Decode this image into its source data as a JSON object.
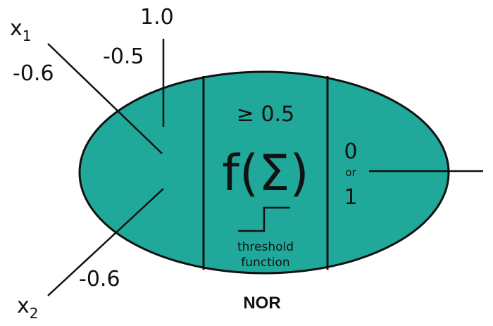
{
  "colors": {
    "body": "#20a99a",
    "stroke": "#111111",
    "background": "#ffffff"
  },
  "inputs": {
    "x1": {
      "base": "x",
      "subscript": "1"
    },
    "x2": {
      "base": "x",
      "subscript": "2"
    }
  },
  "weights": {
    "w1": "-0.6",
    "w2": "-0.6",
    "bias_input": "1.0",
    "bias_weight": "-0.5"
  },
  "threshold": {
    "condition": "≥ 0.5",
    "function": "f(Σ)",
    "caption_line1": "threshold",
    "caption_line2": "function"
  },
  "output": {
    "zero": "0",
    "or": "or",
    "one": "1"
  },
  "gate_label": "NOR"
}
